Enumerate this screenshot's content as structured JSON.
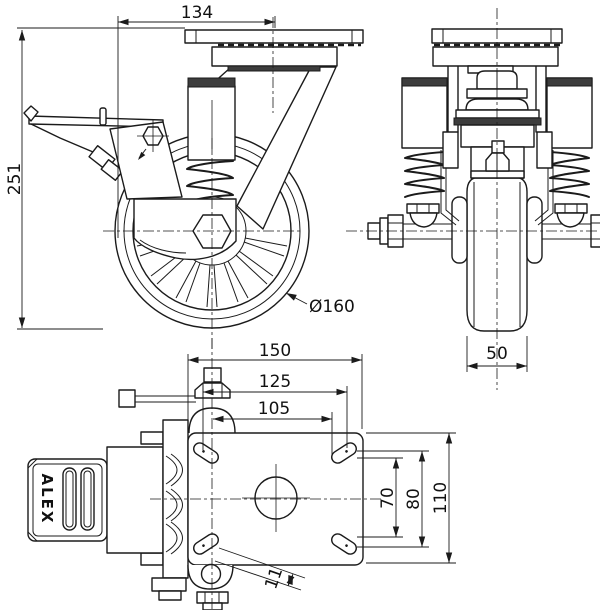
{
  "page": {
    "background": "#ffffff",
    "line_color": "#1b1b1b"
  },
  "drawing": {
    "brand_label": "ALEX",
    "dims": {
      "swivel_offset": "134",
      "overall_height": "251",
      "wheel_diameter": "Ø160",
      "wheel_width": "50",
      "plate_length": "150",
      "bolt_span_long": "125",
      "bolt_span_alt": "105",
      "hole_span_70": "70",
      "hole_span_80": "80",
      "plate_width": "110",
      "slot_width": "11"
    }
  }
}
